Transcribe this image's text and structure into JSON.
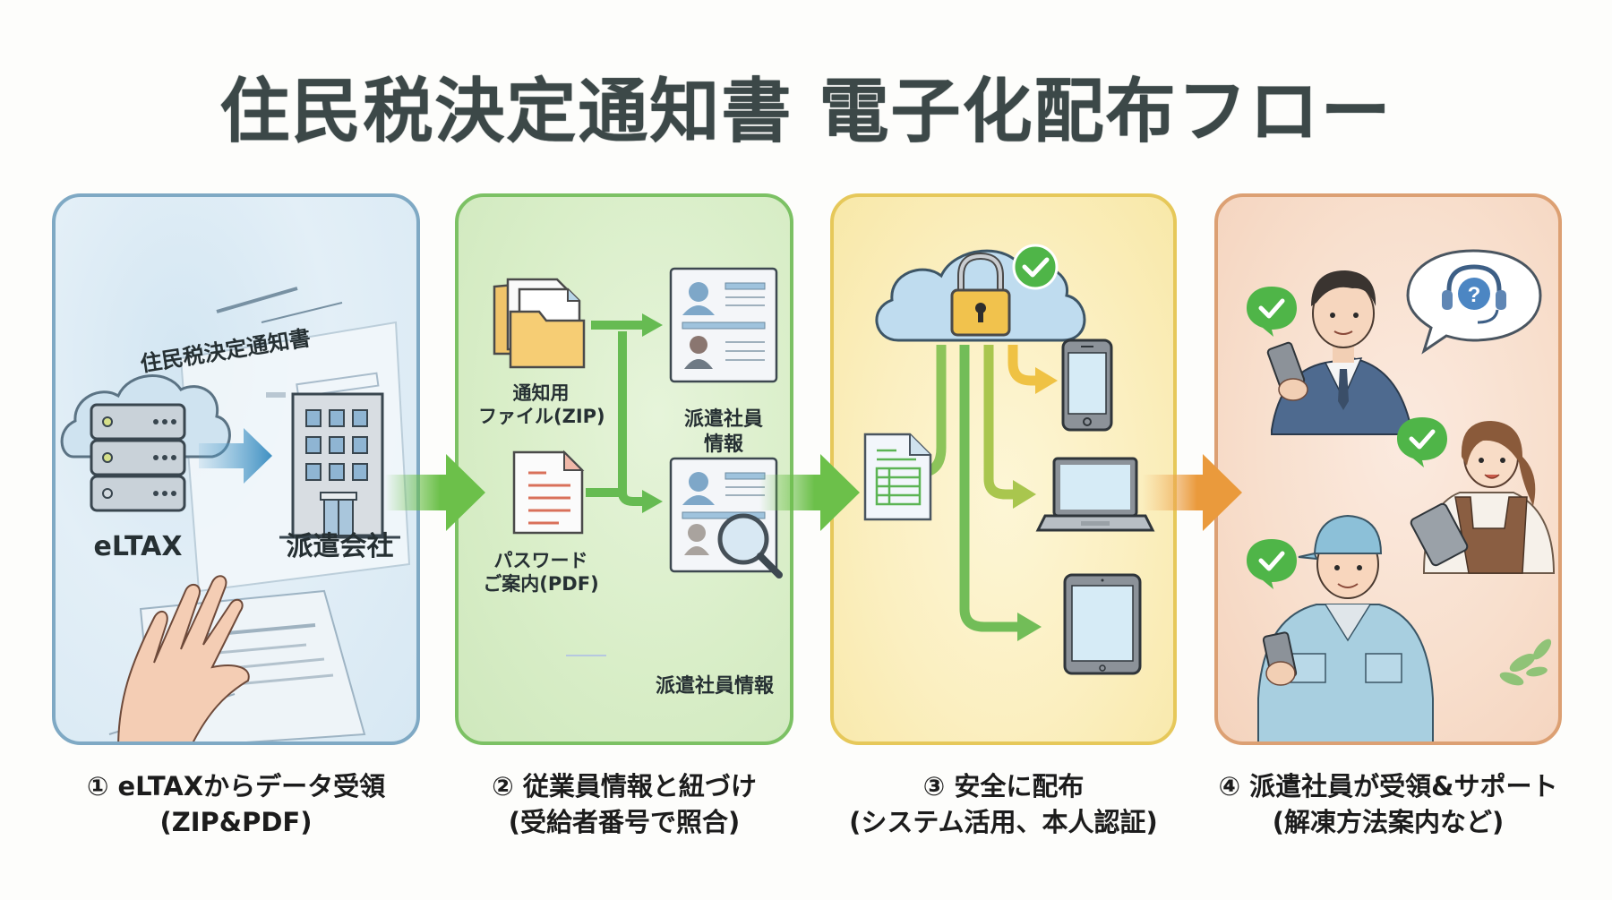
{
  "title": "住民税決定通知書 電子化配布フロー",
  "colors": {
    "panel1_border": "#7fa9c4",
    "panel2_border": "#7cc164",
    "panel3_border": "#e6c85a",
    "panel4_border": "#dca073",
    "arrow_green": "#6cc04a",
    "arrow_orange": "#ea9a3c",
    "check_green": "#4fb548"
  },
  "panels": [
    {
      "id": "receive",
      "labels": {
        "document_title": "住民税決定通知書",
        "source": "eLTAX",
        "destination": "派遣会社"
      },
      "icons": [
        "cloud-icon",
        "server-icon",
        "arrow-right-icon",
        "office-building-icon",
        "document-icon",
        "hand-icon"
      ]
    },
    {
      "id": "link",
      "labels": {
        "zip_line1": "通知用",
        "zip_line2": "ファイル(ZIP)",
        "pdf_line1": "パスワード",
        "pdf_line2": "ご案内(PDF)",
        "staff_info_top_line1": "派遣社員",
        "staff_info_top_line2": "情報",
        "staff_info_bottom": "派遣社員情報"
      },
      "icons": [
        "zip-folder-icon",
        "pdf-document-icon",
        "staff-profile-card-icon",
        "magnifier-icon"
      ]
    },
    {
      "id": "distribute",
      "labels": {},
      "icons": [
        "secure-cloud-icon",
        "padlock-icon",
        "check-badge-icon",
        "spreadsheet-document-icon",
        "smartphone-icon",
        "laptop-icon",
        "tablet-icon"
      ]
    },
    {
      "id": "support",
      "labels": {},
      "icons": [
        "office-worker-icon",
        "shop-staff-icon",
        "factory-worker-icon",
        "check-bubble-icon",
        "support-headset-icon",
        "plant-icon"
      ]
    }
  ],
  "captions": [
    {
      "line1": "① eLTAXからデータ受領",
      "line2": "(ZIP&PDF)"
    },
    {
      "line1": "② 従業員情報と紐づけ",
      "line2": "(受給者番号で照合)"
    },
    {
      "line1": "③ 安全に配布",
      "line2": "(システム活用、本人認証)"
    },
    {
      "line1": "④ 派遣社員が受領&サポート",
      "line2": "(解凍方法案内など)"
    }
  ]
}
